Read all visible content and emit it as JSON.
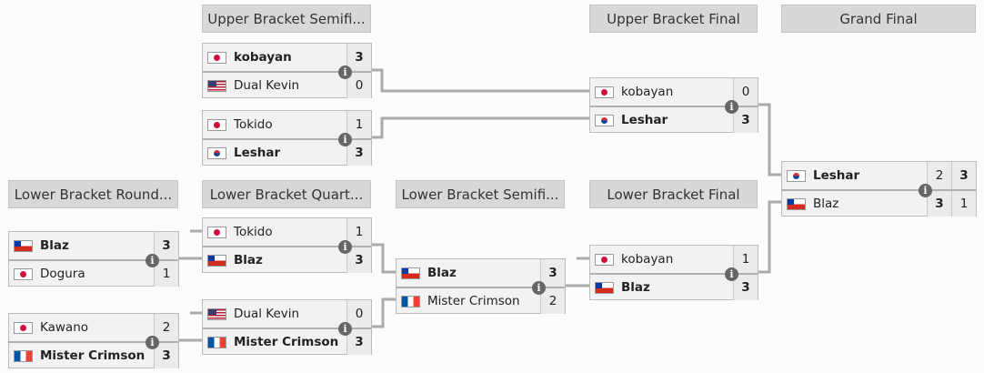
{
  "headers": [
    {
      "id": "ubsf",
      "label": "Upper Bracket Semifi..."
    },
    {
      "id": "ubf",
      "label": "Upper Bracket Final"
    },
    {
      "id": "gf",
      "label": "Grand Final"
    },
    {
      "id": "lbr1",
      "label": "Lower Bracket Round..."
    },
    {
      "id": "lbqf",
      "label": "Lower Bracket Quart..."
    },
    {
      "id": "lbsf",
      "label": "Lower Bracket Semifi..."
    },
    {
      "id": "lbf",
      "label": "Lower Bracket Final"
    }
  ],
  "matches": [
    {
      "id": "ubsf-1",
      "players": [
        {
          "flag": "jp",
          "name": "kobayan",
          "scores": [
            "3"
          ],
          "win": true
        },
        {
          "flag": "us",
          "name": "Dual Kevin",
          "scores": [
            "0"
          ],
          "win": false
        }
      ]
    },
    {
      "id": "ubsf-2",
      "players": [
        {
          "flag": "jp",
          "name": "Tokido",
          "scores": [
            "1"
          ],
          "win": false
        },
        {
          "flag": "kr",
          "name": "Leshar",
          "scores": [
            "3"
          ],
          "win": true
        }
      ]
    },
    {
      "id": "ubf",
      "players": [
        {
          "flag": "jp",
          "name": "kobayan",
          "scores": [
            "0"
          ],
          "win": false
        },
        {
          "flag": "kr",
          "name": "Leshar",
          "scores": [
            "3"
          ],
          "win": true
        }
      ]
    },
    {
      "id": "gf",
      "players": [
        {
          "flag": "kr",
          "name": "Leshar",
          "scores": [
            "2",
            "3"
          ],
          "win": true,
          "boldScores": [
            false,
            true
          ]
        },
        {
          "flag": "cl",
          "name": "Blaz",
          "scores": [
            "3",
            "1"
          ],
          "win": false,
          "boldScores": [
            true,
            false
          ]
        }
      ]
    },
    {
      "id": "lbr1-1",
      "players": [
        {
          "flag": "cl",
          "name": "Blaz",
          "scores": [
            "3"
          ],
          "win": true
        },
        {
          "flag": "jp",
          "name": "Dogura",
          "scores": [
            "1"
          ],
          "win": false
        }
      ]
    },
    {
      "id": "lbr1-2",
      "players": [
        {
          "flag": "jp",
          "name": "Kawano",
          "scores": [
            "2"
          ],
          "win": false
        },
        {
          "flag": "fr",
          "name": "Mister Crimson",
          "scores": [
            "3"
          ],
          "win": true
        }
      ]
    },
    {
      "id": "lbqf-1",
      "players": [
        {
          "flag": "jp",
          "name": "Tokido",
          "scores": [
            "1"
          ],
          "win": false
        },
        {
          "flag": "cl",
          "name": "Blaz",
          "scores": [
            "3"
          ],
          "win": true
        }
      ]
    },
    {
      "id": "lbqf-2",
      "players": [
        {
          "flag": "us",
          "name": "Dual Kevin",
          "scores": [
            "0"
          ],
          "win": false
        },
        {
          "flag": "fr",
          "name": "Mister Crimson",
          "scores": [
            "3"
          ],
          "win": true
        }
      ]
    },
    {
      "id": "lbsf",
      "players": [
        {
          "flag": "cl",
          "name": "Blaz",
          "scores": [
            "3"
          ],
          "win": true
        },
        {
          "flag": "fr",
          "name": "Mister Crimson",
          "scores": [
            "2"
          ],
          "win": false
        }
      ]
    },
    {
      "id": "lbf",
      "players": [
        {
          "flag": "jp",
          "name": "kobayan",
          "scores": [
            "1"
          ],
          "win": false
        },
        {
          "flag": "cl",
          "name": "Blaz",
          "scores": [
            "3"
          ],
          "win": true
        }
      ]
    }
  ],
  "info_icon": "i",
  "colors": {
    "connector": "#aaaaaa",
    "header_bg": "#d8d8d8",
    "match_bg": "#f2f2f2"
  }
}
